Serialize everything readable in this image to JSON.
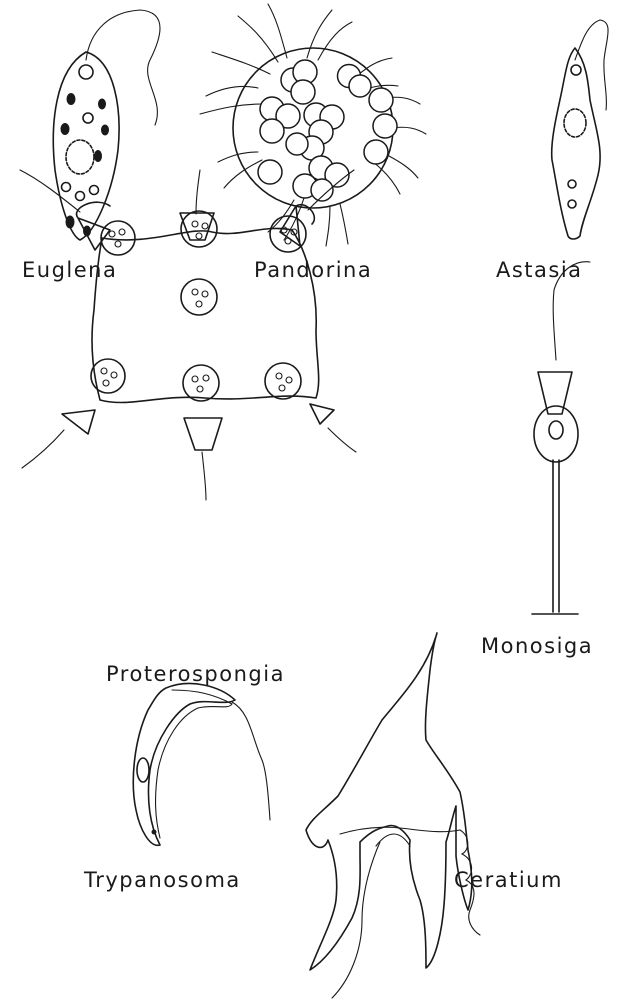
{
  "labels": {
    "euglena": "Euglena",
    "pandorina": "Pandorina",
    "astasia": "Astasia",
    "proterospongia": "Proterospongia",
    "monosiga": "Monosiga",
    "trypanosoma": "Trypanosoma",
    "ceratium": "Ceratium"
  }
}
